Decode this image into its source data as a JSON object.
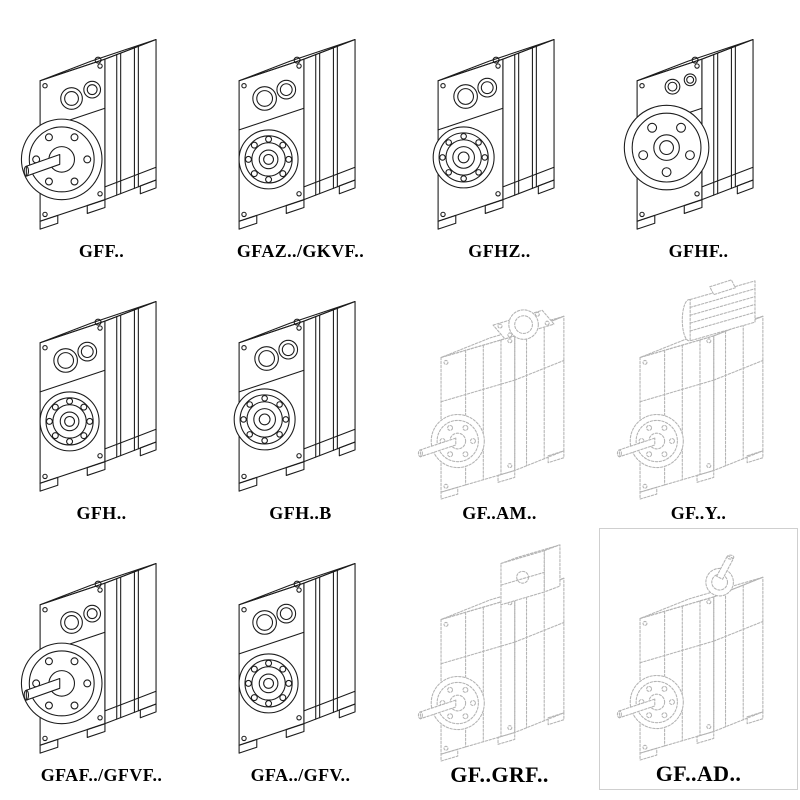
{
  "page": {
    "title": "Gearbox model catalog",
    "background": "#ffffff"
  },
  "colors": {
    "line_solid": "#1c1c1c",
    "line_light": "#b4b4b4"
  },
  "catalog": {
    "columns": 4,
    "rows": 3,
    "items": [
      {
        "label": "GFF..",
        "variant": "flange-left",
        "tone": "solid",
        "boxed": false
      },
      {
        "label": "GFAZ../GKVF..",
        "variant": "bores",
        "tone": "solid",
        "boxed": false
      },
      {
        "label": "GFHZ..",
        "variant": "hollow",
        "tone": "solid",
        "boxed": false
      },
      {
        "label": "GFHF..",
        "variant": "flange-front",
        "tone": "solid",
        "boxed": false
      },
      {
        "label": "GFH..",
        "variant": "bores",
        "tone": "solid",
        "boxed": false
      },
      {
        "label": "GFH..B",
        "variant": "hollow",
        "tone": "solid",
        "boxed": false
      },
      {
        "label": "GF..AM..",
        "variant": "aux-am",
        "tone": "light",
        "boxed": false
      },
      {
        "label": "GF..Y..",
        "variant": "aux-motor",
        "tone": "light",
        "boxed": false
      },
      {
        "label": "GFAF../GFVF..",
        "variant": "flange-left",
        "tone": "solid",
        "boxed": false
      },
      {
        "label": "GFA../GFV..",
        "variant": "bores",
        "tone": "solid",
        "boxed": false
      },
      {
        "label": "GF..GRF..",
        "variant": "aux-box",
        "tone": "light",
        "boxed": false
      },
      {
        "label": "GF..AD..",
        "variant": "aux-shaft",
        "tone": "light",
        "boxed": true
      }
    ]
  }
}
